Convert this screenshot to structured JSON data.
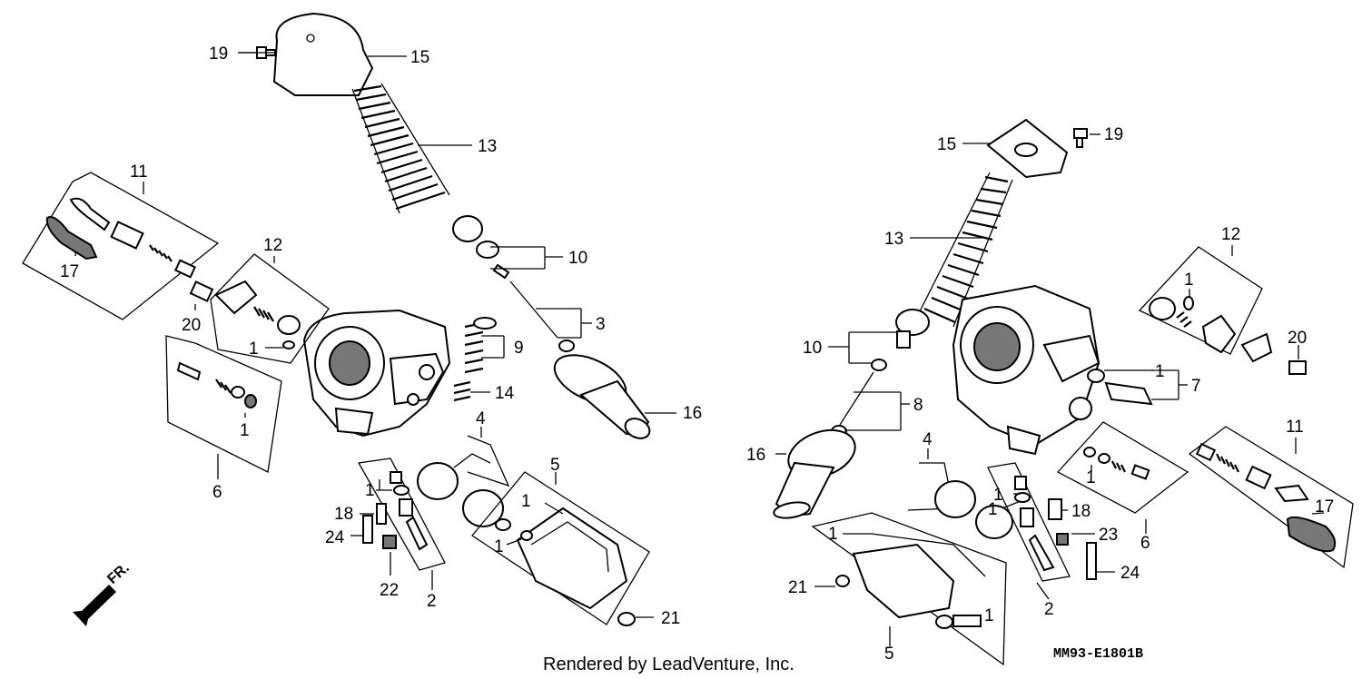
{
  "diagram": {
    "callouts": {
      "left": [
        "19",
        "15",
        "13",
        "11",
        "17",
        "12",
        "10",
        "20",
        "3",
        "9",
        "1",
        "14",
        "16",
        "1",
        "4",
        "6",
        "5",
        "1",
        "18",
        "1",
        "24",
        "1",
        "22",
        "2",
        "21"
      ],
      "right": [
        "19",
        "15",
        "13",
        "12",
        "1",
        "20",
        "10",
        "1",
        "7",
        "8",
        "16",
        "4",
        "11",
        "1",
        "1",
        "17",
        "18",
        "1",
        "23",
        "6",
        "21",
        "1",
        "2",
        "24",
        "1",
        "5"
      ]
    },
    "fr_label": "FR.",
    "footer": "Rendered by LeadVenture, Inc.",
    "code": "MM93-E1801B"
  }
}
